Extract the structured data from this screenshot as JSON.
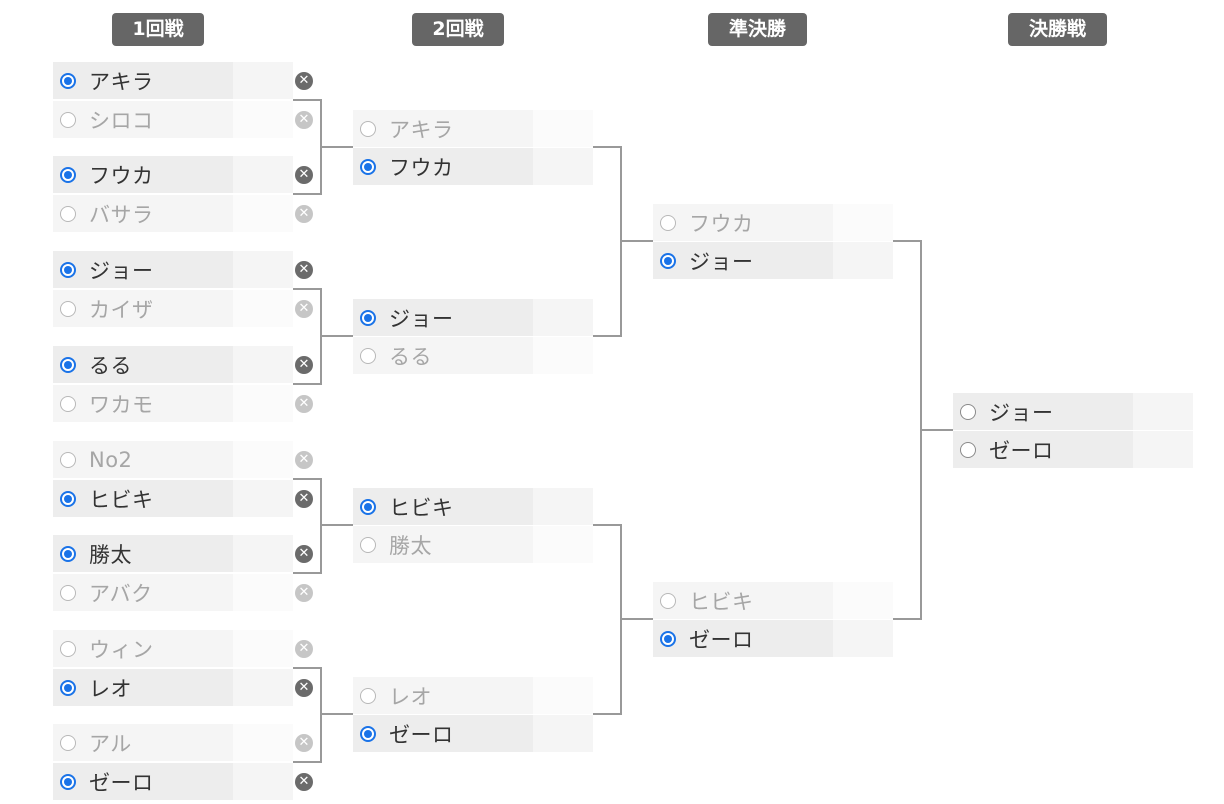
{
  "rounds": [
    {
      "label": "1回戦"
    },
    {
      "label": "2回戦"
    },
    {
      "label": "準決勝"
    },
    {
      "label": "決勝戦"
    }
  ],
  "round1": [
    {
      "name": "アキラ",
      "selected": true
    },
    {
      "name": "シロコ",
      "selected": false
    },
    {
      "name": "フウカ",
      "selected": true
    },
    {
      "name": "バサラ",
      "selected": false
    },
    {
      "name": "ジョー",
      "selected": true
    },
    {
      "name": "カイザ",
      "selected": false
    },
    {
      "name": "るる",
      "selected": true
    },
    {
      "name": "ワカモ",
      "selected": false
    },
    {
      "name": "No2",
      "selected": false
    },
    {
      "name": "ヒビキ",
      "selected": true
    },
    {
      "name": "勝太",
      "selected": true
    },
    {
      "name": "アバク",
      "selected": false
    },
    {
      "name": "ウィン",
      "selected": false
    },
    {
      "name": "レオ",
      "selected": true
    },
    {
      "name": "アル",
      "selected": false
    },
    {
      "name": "ゼーロ",
      "selected": true
    }
  ],
  "round2": [
    {
      "name": "アキラ",
      "selected": false
    },
    {
      "name": "フウカ",
      "selected": true
    },
    {
      "name": "ジョー",
      "selected": true
    },
    {
      "name": "るる",
      "selected": false
    },
    {
      "name": "ヒビキ",
      "selected": true
    },
    {
      "name": "勝太",
      "selected": false
    },
    {
      "name": "レオ",
      "selected": false
    },
    {
      "name": "ゼーロ",
      "selected": true
    }
  ],
  "semifinal": [
    {
      "name": "フウカ",
      "selected": false
    },
    {
      "name": "ジョー",
      "selected": true
    },
    {
      "name": "ヒビキ",
      "selected": false
    },
    {
      "name": "ゼーロ",
      "selected": true
    }
  ],
  "final": [
    {
      "name": "ジョー",
      "selected": false
    },
    {
      "name": "ゼーロ",
      "selected": false
    }
  ],
  "icons": {
    "remove": "close-circle-icon",
    "select": "radio-icon"
  },
  "colors": {
    "accent": "#1a73e8",
    "header": "#666666",
    "line": "#999999"
  }
}
